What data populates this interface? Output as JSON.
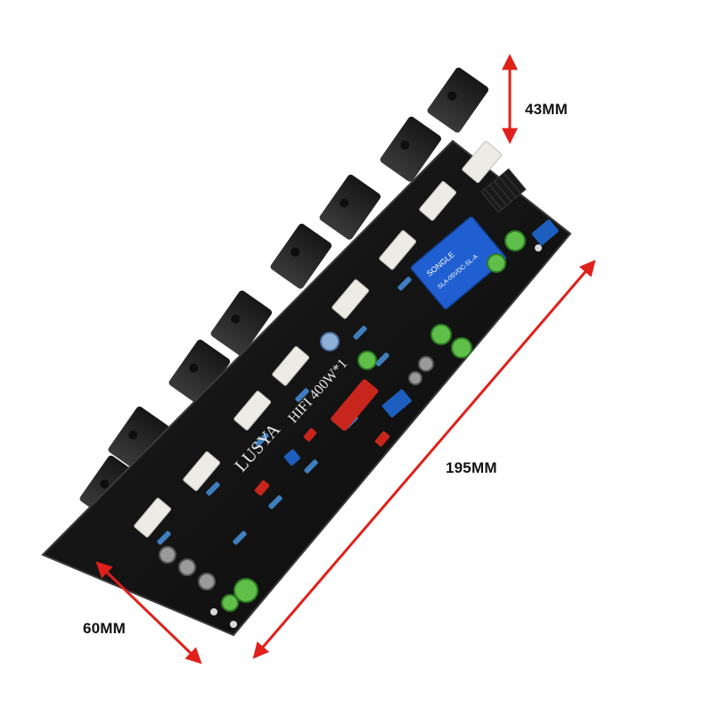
{
  "dimensions": {
    "height_label": "43MM",
    "length_label": "195MM",
    "width_label": "60MM",
    "arrow_color": "#e0201b"
  },
  "board": {
    "silkscreen_brand": "LUSYA",
    "silkscreen_model": "HIFI 400W*1",
    "relay_brand": "SONGLE",
    "relay_model": "SLA-05VDC-SL-A",
    "pcb_color": "#141414",
    "relay_color": "#1f5fd1",
    "heatsink_color": "#262626"
  }
}
